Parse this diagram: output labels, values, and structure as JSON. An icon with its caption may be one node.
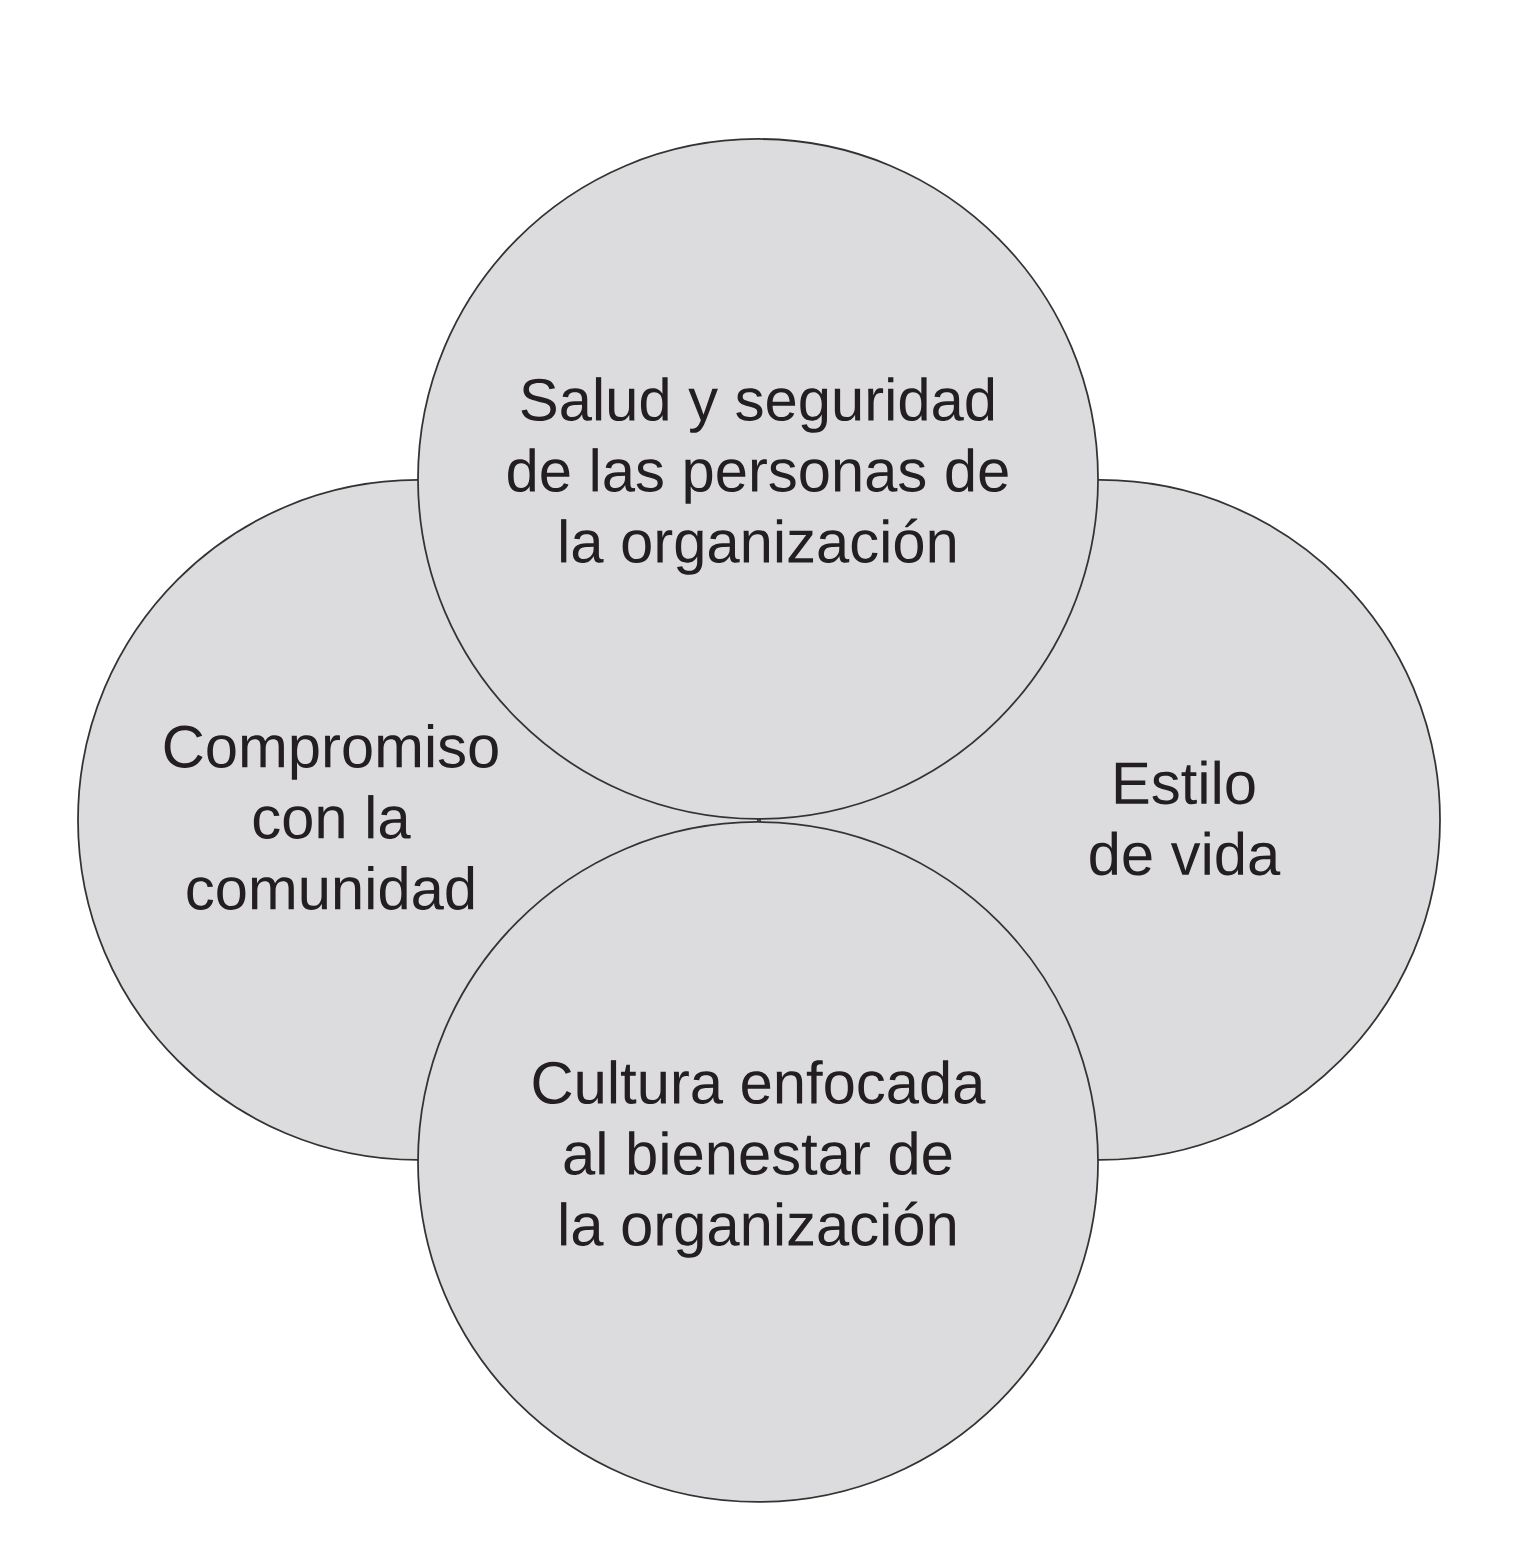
{
  "diagram": {
    "nodes": [
      {
        "text": [
          "Salud y seguridad de las personas de la organización"
        ]
      },
      {
        "text": [
          "Compromiso con la comunidad"
        ]
      },
      {
        "text": [
          "Estilo de vida"
        ]
      },
      {
        "text": [
          "Cultura enfocada al bienestar de la organización"
        ]
      }
    ]
  }
}
